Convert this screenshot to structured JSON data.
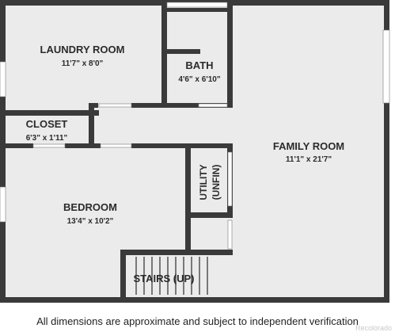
{
  "rooms": {
    "laundry": {
      "name": "LAUNDRY ROOM",
      "dims": "11'7\" x 8'0\""
    },
    "bath": {
      "name": "BATH",
      "dims": "4'6\" x 6'10\""
    },
    "closet": {
      "name": "CLOSET",
      "dims": "6'3\" x 1'11\""
    },
    "family": {
      "name": "FAMILY ROOM",
      "dims": "11'1\" x 21'7\""
    },
    "utility": {
      "name": "UTILITY",
      "note": "(UNFIN)"
    },
    "bedroom": {
      "name": "BEDROOM",
      "dims": "13'4\" x 10'2\""
    },
    "stairs": {
      "name": "STAIRS (UP)"
    }
  },
  "footer": {
    "disclaimer": "All dimensions are approximate and subject to independent verification",
    "watermark": "Recolorado"
  },
  "colors": {
    "wall": "#3a3a3a",
    "floor": "#ebebeb",
    "window": "#ffffff"
  }
}
